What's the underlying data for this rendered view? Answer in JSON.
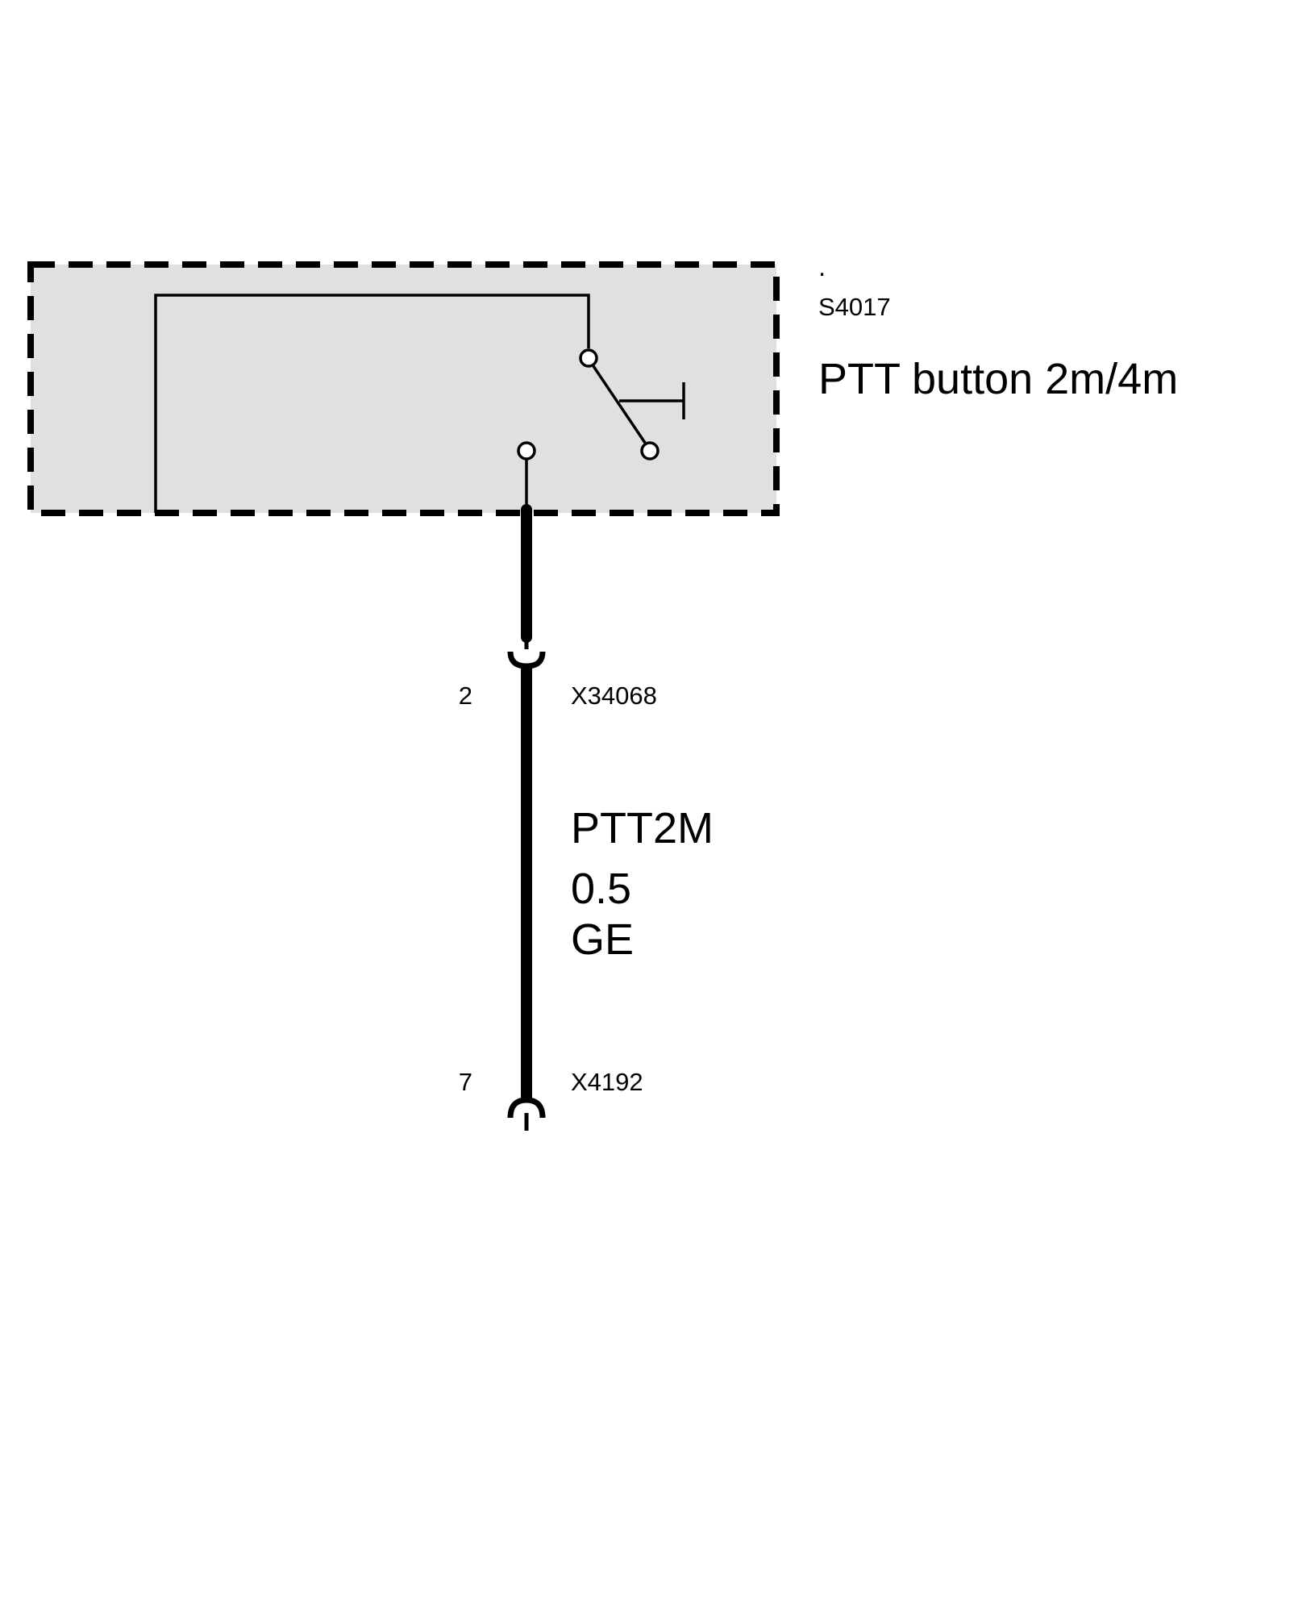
{
  "component": {
    "marker": ".",
    "id": "S4017",
    "name": "PTT button 2m/4m",
    "fill_color": "#e0e0e0",
    "border_style": "dashed"
  },
  "wire": {
    "signal": "PTT2M",
    "cross_section": "0.5",
    "color_code": "GE"
  },
  "connectors": [
    {
      "pin": "2",
      "id": "X34068"
    },
    {
      "pin": "7",
      "id": "X4192"
    }
  ],
  "symbols": {
    "switch": "switch-contact-icon",
    "connector": "plug-socket-icon"
  }
}
